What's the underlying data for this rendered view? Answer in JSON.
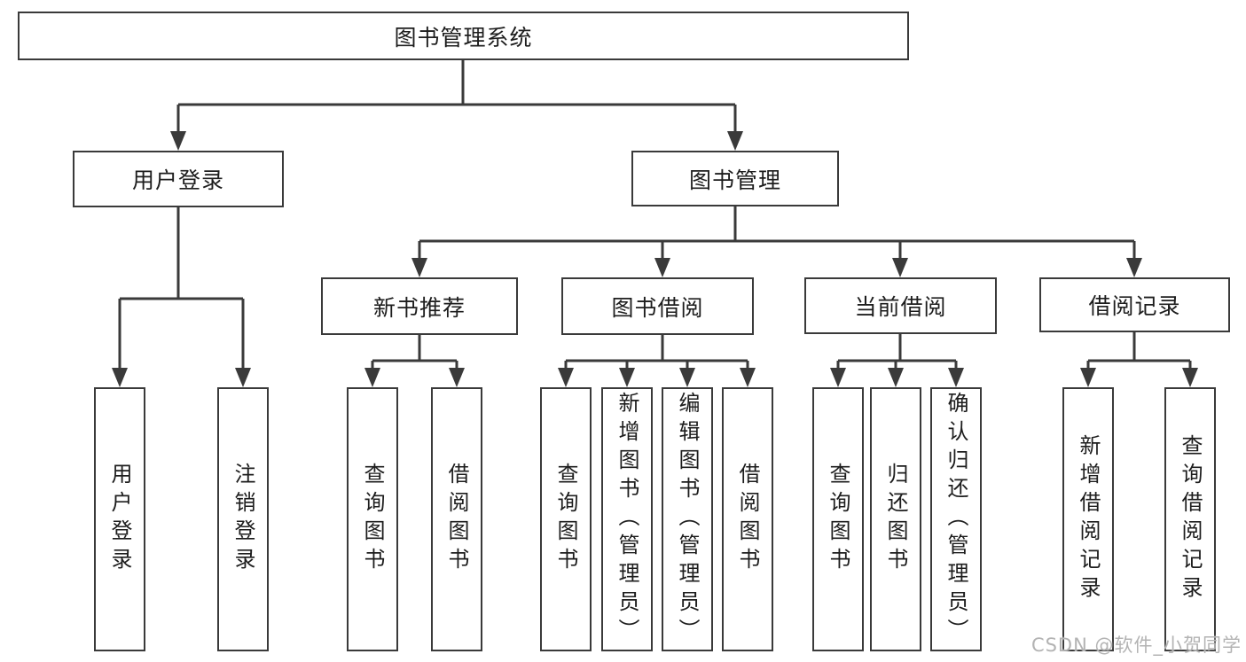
{
  "diagram": {
    "root": {
      "label": "图书管理系统"
    },
    "level2": {
      "user_login": {
        "label": "用户登录"
      },
      "book_mgmt": {
        "label": "图书管理"
      }
    },
    "user_login_children": {
      "login": {
        "label": "用户登录"
      },
      "logout": {
        "label": "注销登录"
      }
    },
    "sections": {
      "new_rec": {
        "label": "新书推荐"
      },
      "borrow": {
        "label": "图书借阅"
      },
      "current": {
        "label": "当前借阅"
      },
      "records": {
        "label": "借阅记录"
      }
    },
    "new_rec_children": {
      "query": {
        "label": "查询图书"
      },
      "borrow": {
        "label": "借阅图书"
      }
    },
    "borrow_children": {
      "query": {
        "label": "查询图书"
      },
      "add": {
        "label": "新增图书（管理员）"
      },
      "edit": {
        "label": "编辑图书（管理员）"
      },
      "borrow": {
        "label": "借阅图书"
      }
    },
    "current_children": {
      "query": {
        "label": "查询图书"
      },
      "return": {
        "label": "归还图书"
      },
      "confirm": {
        "label": "确认归还（管理员）"
      }
    },
    "records_children": {
      "add": {
        "label": "新增借阅记录"
      },
      "query": {
        "label": "查询借阅记录"
      }
    }
  },
  "watermark": {
    "label": "CSDN @软件_小贺同学"
  },
  "colors": {
    "line": "#3a3a3a",
    "text": "#1d1d1d",
    "watermark": "#b3b3b3",
    "background": "#ffffff"
  }
}
